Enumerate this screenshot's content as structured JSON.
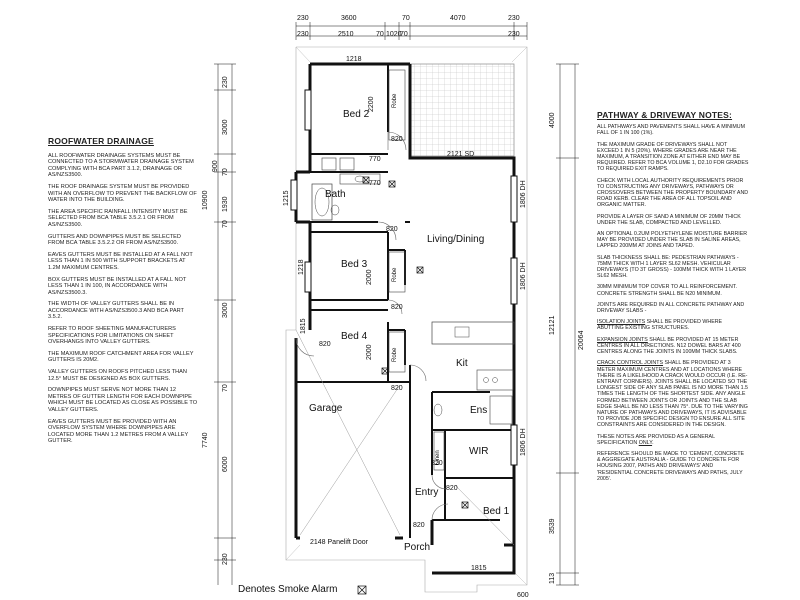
{
  "top_dims_row1": [
    "230",
    "3600",
    "70",
    "4070",
    "230"
  ],
  "top_dims_row2": [
    "230",
    "2510",
    "70",
    "1020",
    "70"
  ],
  "top_dims_row2_b": "230",
  "left_dims": [
    "230",
    "3000",
    "900",
    "70",
    "1930",
    "70",
    "3000",
    "70",
    "6000",
    "230"
  ],
  "left_overall_upper": "10900",
  "left_overall_lower": "7740",
  "right_dims": [
    "4000",
    "12121",
    "3539",
    "113"
  ],
  "right_overall": "20064",
  "window_dims": [
    "1806 DH",
    "1806 DH",
    "1806 DH"
  ],
  "interior_dims": {
    "bed2_w": "1218",
    "bed2_robe_h": "2200",
    "d820_a": "820",
    "d770_a": "770",
    "d770_b": "770",
    "sliding_door": "2121 SD",
    "bath_h": "1215",
    "d820_b": "820",
    "bed3_w": "1218",
    "bed3_robe_h": "2000",
    "d1815": "1815",
    "d820_c": "820",
    "bed4_robe_h": "2000",
    "d820_d": "820",
    "d820_e": "820",
    "d820_f": "820",
    "d820_g": "820",
    "d820_h": "820",
    "garage_door": "2148 Panelift Door",
    "d1815_b": "1815",
    "d600": "600"
  },
  "rooms": {
    "bed2": "Bed 2",
    "bath": "Bath",
    "living": "Living/Dining",
    "bed3": "Bed 3",
    "bed4": "Bed 4",
    "kit": "Kit",
    "garage": "Garage",
    "ens": "Ens",
    "wir": "WIR",
    "entry": "Entry",
    "bed1": "Bed 1",
    "porch": "Porch",
    "robe": "Robe",
    "linen": "Linen"
  },
  "legend": {
    "label": "Denotes  Smoke Alarm"
  },
  "roofwater": {
    "title": "ROOFWATER DRAINAGE",
    "paragraphs": [
      "ALL ROOFWATER DRAINAGE SYSTEMS MUST BE CONNECTED TO A STORMWATER DRAINAGE SYSTEM COMPLYING WITH BCA PART 3.1.2, DRAINAGE OR AS/NZS3500.",
      "THE ROOF DRAINAGE SYSTEM MUST BE PROVIDED WITH AN OVERFLOW TO PREVENT THE BACKFLOW OF WATER INTO THE BUILDING.",
      "THE AREA SPECIFIC RAINFALL INTENSITY MUST BE SELECTED FROM BCA TABLE 3.5.2.1 OR FROM AS/NZS3500.",
      "GUTTERS AND DOWNPIPES MUST BE SELECTED FROM BCA TABLE 3.5.2.2 OR FROM AS/NZS3500.",
      "EAVES GUTTERS MUST BE INSTALLED AT A FALL NOT LESS THAN 1 IN 500 WITH SUPPORT BRACKETS AT 1.2m MAXIMUM CENTRES.",
      "BOX GUTTERS MUST BE INSTALLED AT A FALL NOT LESS THAN 1 IN 100, IN ACCORDANCE WITH AS/NZS3500.3.",
      "THE WIDTH OF VALLEY GUTTERS SHALL BE IN ACCORDANCE WITH AS/NZS3500.3 AND BCA PART 3.5.2.",
      "REFER TO ROOF SHEETING MANUFACTURERS SPECIFICATIONS FOR LIMITATIONS ON SHEET OVERHANGS INTO VALLEY GUTTERS.",
      "THE MAXIMUM ROOF CATCHMENT AREA FOR VALLEY GUTTERS IS 20m2.",
      "VALLEY GUTTERS ON ROOFS PITCHED LESS THAN 12.5° MUST BE DESIGNED AS BOX GUTTERS.",
      "DOWNPIPES MUST SERVE NOT MORE THAN 12 METRES OF GUTTER LENGTH FOR EACH DOWNPIPE WHICH MUST BE LOCATED AS CLOSE AS POSSIBLE TO VALLEY GUTTERS.",
      "EAVES GUTTERS MUST BE PROVIDED WITH AN OVERFLOW SYSTEM WHERE DOWNPIPES ARE LOCATED MORE THAN 1.2 METRES FROM A VALLEY GUTTER."
    ]
  },
  "pathway": {
    "title": "PATHWAY & DRIVEWAY NOTES:",
    "paragraphs": [
      "ALL PATHWAYS AND PAVEMENTS SHALL HAVE A MINIMUM FALL OF 1 IN 100 (1%).",
      "THE MAXIMUM GRADE OF DRIVEWAYS SHALL NOT EXCEED 1 IN 5 (20%). WHERE GRADES ARE NEAR THE MAXIMUM, A TRANSITION ZONE AT EITHER END MAY BE REQUIRED. REFER TO BCA VOLUME 1, D2.10 FOR GRADES TO REQUIRED EXIT RAMPS.",
      "CHECK WITH LOCAL AUTHORITY REQUIREMENTS PRIOR TO CONSTRUCTING ANY DRIVEWAYS, PATHWAYS OR CROSSOVERS BETWEEN THE PROPERTY BOUNDARY AND ROAD KERB. CLEAR THE AREA OF ALL TOPSOIL AND ORGANIC MATTER.",
      "PROVIDE A LAYER OF SAND A MINIMUM OF 20mm THICK UNDER THE SLAB, COMPACTED AND LEVELLED.",
      "AN OPTIONAL 0.2um POLYETHYLENE MOISTURE BARRIER MAY BE PROVIDED UNDER THE SLAB IN SALINE AREAS, LAPPED 200mm AT JOINS AND TAPED.",
      "SLAB THICKNESS SHALL BE: PEDESTRIAN PATHWAYS - 75mm THICK WITH 1 LAYER SL62 MESH. VEHICULAR DRIVEWAYS (TO 3t GROSS) - 100mm THICK WITH 1 LAYER SL62 MESH.",
      "30mm MINIMUM TOP COVER TO ALL REINFORCEMENT. CONCRETE STRENGTH SHALL BE N20 MINIMUM.",
      "JOINTS ARE REQUIRED IN ALL CONCRETE PATHWAY AND DRIVEWAY SLABS -"
    ],
    "isolation_head": "ISOLATION JOINTS",
    "isolation_text": " SHALL BE PROVIDED WHERE ABUTTING EXISTING STRUCTURES.",
    "expansion_head": "EXPANSION JOINTS",
    "expansion_text": " SHALL BE PROVIDED AT 15 METER CENTRES IN ALL DIRECTIONS. N12 DOWEL BARS AT 400 CENTRES ALONG THE JOINTS IN 100mm THICK SLABS.",
    "crack_head": "CRACK CONTROL JOINTS",
    "crack_text": " SHALL BE PROVIDED AT 3 METER MAXIMUM CENTRES AND AT LOCATIONS WHERE THERE IS A LIKELIHOOD A CRACK WOULD OCCUR (i.e. RE-ENTRANT CORNERS). JOINTS SHALL BE LOCATED SO THE LONGEST SIDE OF ANY SLAB PANEL IS NO MORE THAN 1.5 TIMES THE LENGTH OF THE SHORTEST SIDE. ANY ANGLE FORMED BETWEEN JOINTS OR JOINTS AND THE SLAB EDGE SHALL BE NO LESS THAN 75°. DUE TO THE VARYING NATURE OF PATHWAYS AND DRIVEWAYS, IT IS ADVISABLE TO PROVIDE JOB SPECIFIC DESIGN TO ENSURE ALL SITE CONSTRAINTS ARE CONSIDERED IN THE DESIGN.",
    "general_pre": "THESE NOTES ARE PROVIDED AS A GENERAL SPECIFICATION ",
    "general_only": "ONLY",
    "general_post": ".",
    "reference": "REFERENCE SHOULD BE MADE TO 'CEMENT, CONCRETE & AGGREGATE AUSTRALIA - GUIDE TO CONCRETE FOR HOUSING 2007, PATHS AND DRIVEWAYS' AND 'RESIDENTIAL CONCRETE DRIVEWAYS AND PATHS, JULY 2005'."
  }
}
